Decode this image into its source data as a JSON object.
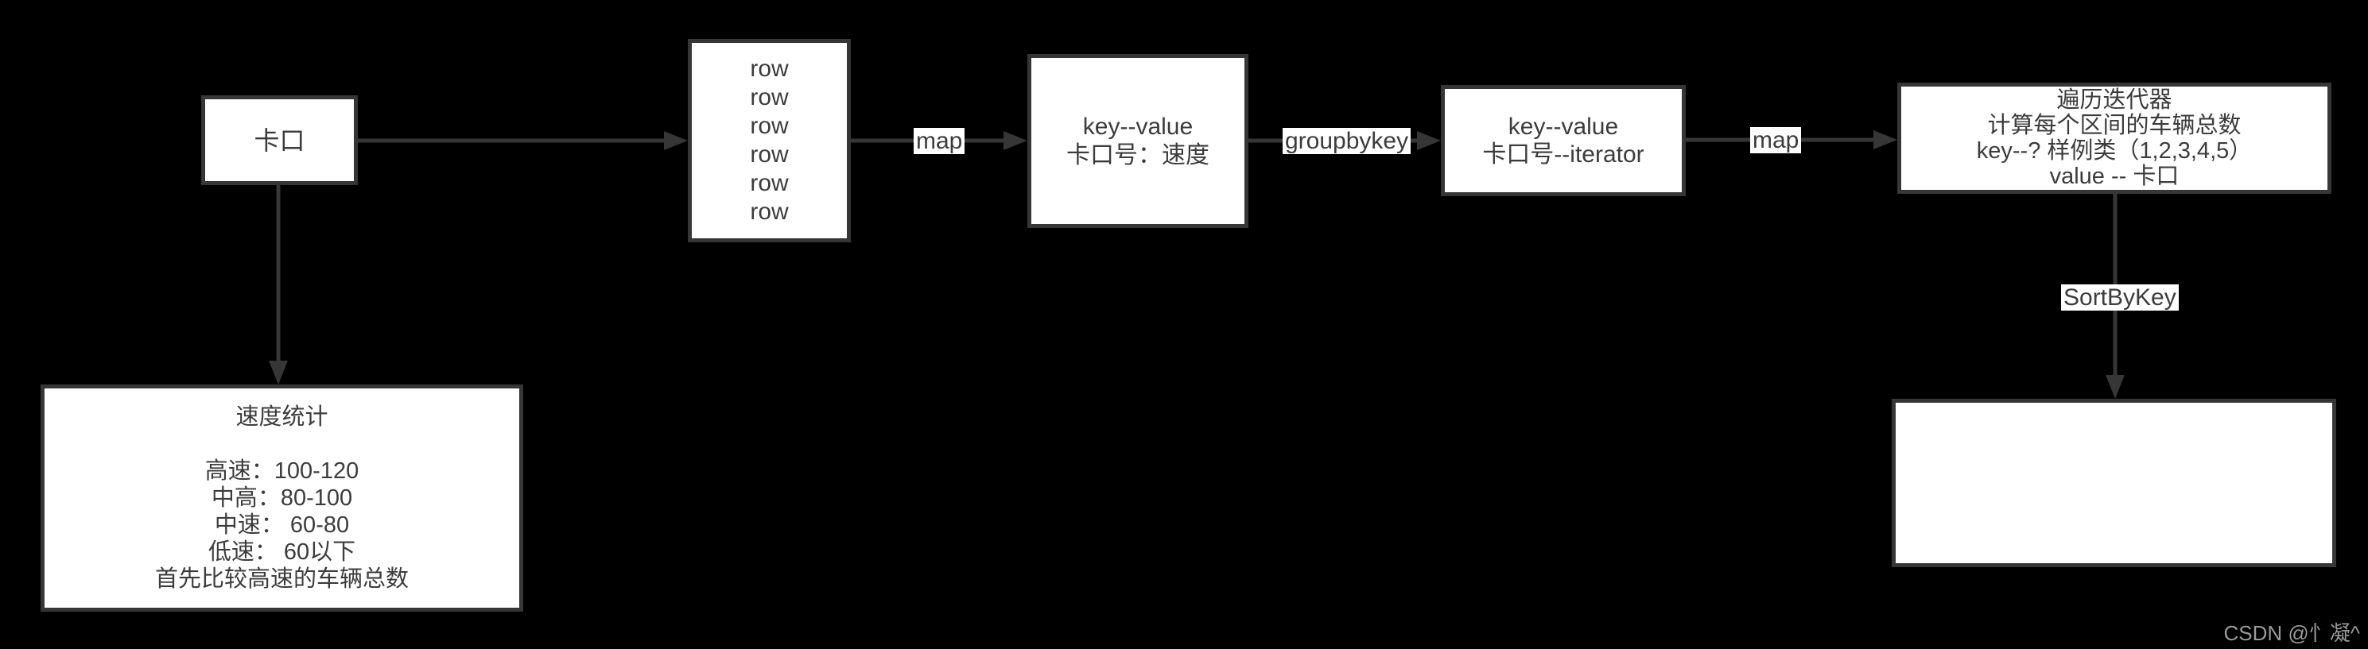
{
  "colors": {
    "background": "#000000",
    "box_fill": "#ffffff",
    "box_border": "#363636",
    "edge_line": "#363636",
    "text": "#3c3c3c",
    "watermark_text": "#9a9a9a"
  },
  "nodes": {
    "checkpoint": {
      "label": "卡口"
    },
    "rows": {
      "lines": [
        "row",
        "row",
        "row",
        "row",
        "row",
        "row"
      ]
    },
    "kv_speed": {
      "line1": "key--value",
      "line2": "卡口号：速度"
    },
    "kv_iterator": {
      "line1": "key--value",
      "line2": "卡口号--iterator"
    },
    "traverse": {
      "line1": "遍历迭代器",
      "line2": "计算每个区间的车辆总数",
      "line3": "key--? 样例类（1,2,3,4,5）",
      "line4": "value -- 卡口"
    },
    "result": {
      "label": ""
    },
    "speed_stats": {
      "title": "速度统计",
      "line1": "高速：100-120",
      "line2": "中高：80-100",
      "line3": "中速： 60-80",
      "line4": "低速： 60以下",
      "line5": "首先比较高速的车辆总数"
    }
  },
  "edge_labels": {
    "map1": "map",
    "groupbykey": "groupbykey",
    "map2": "map",
    "sortbykey": "SortByKey"
  },
  "watermark": "CSDN @忄凝^"
}
